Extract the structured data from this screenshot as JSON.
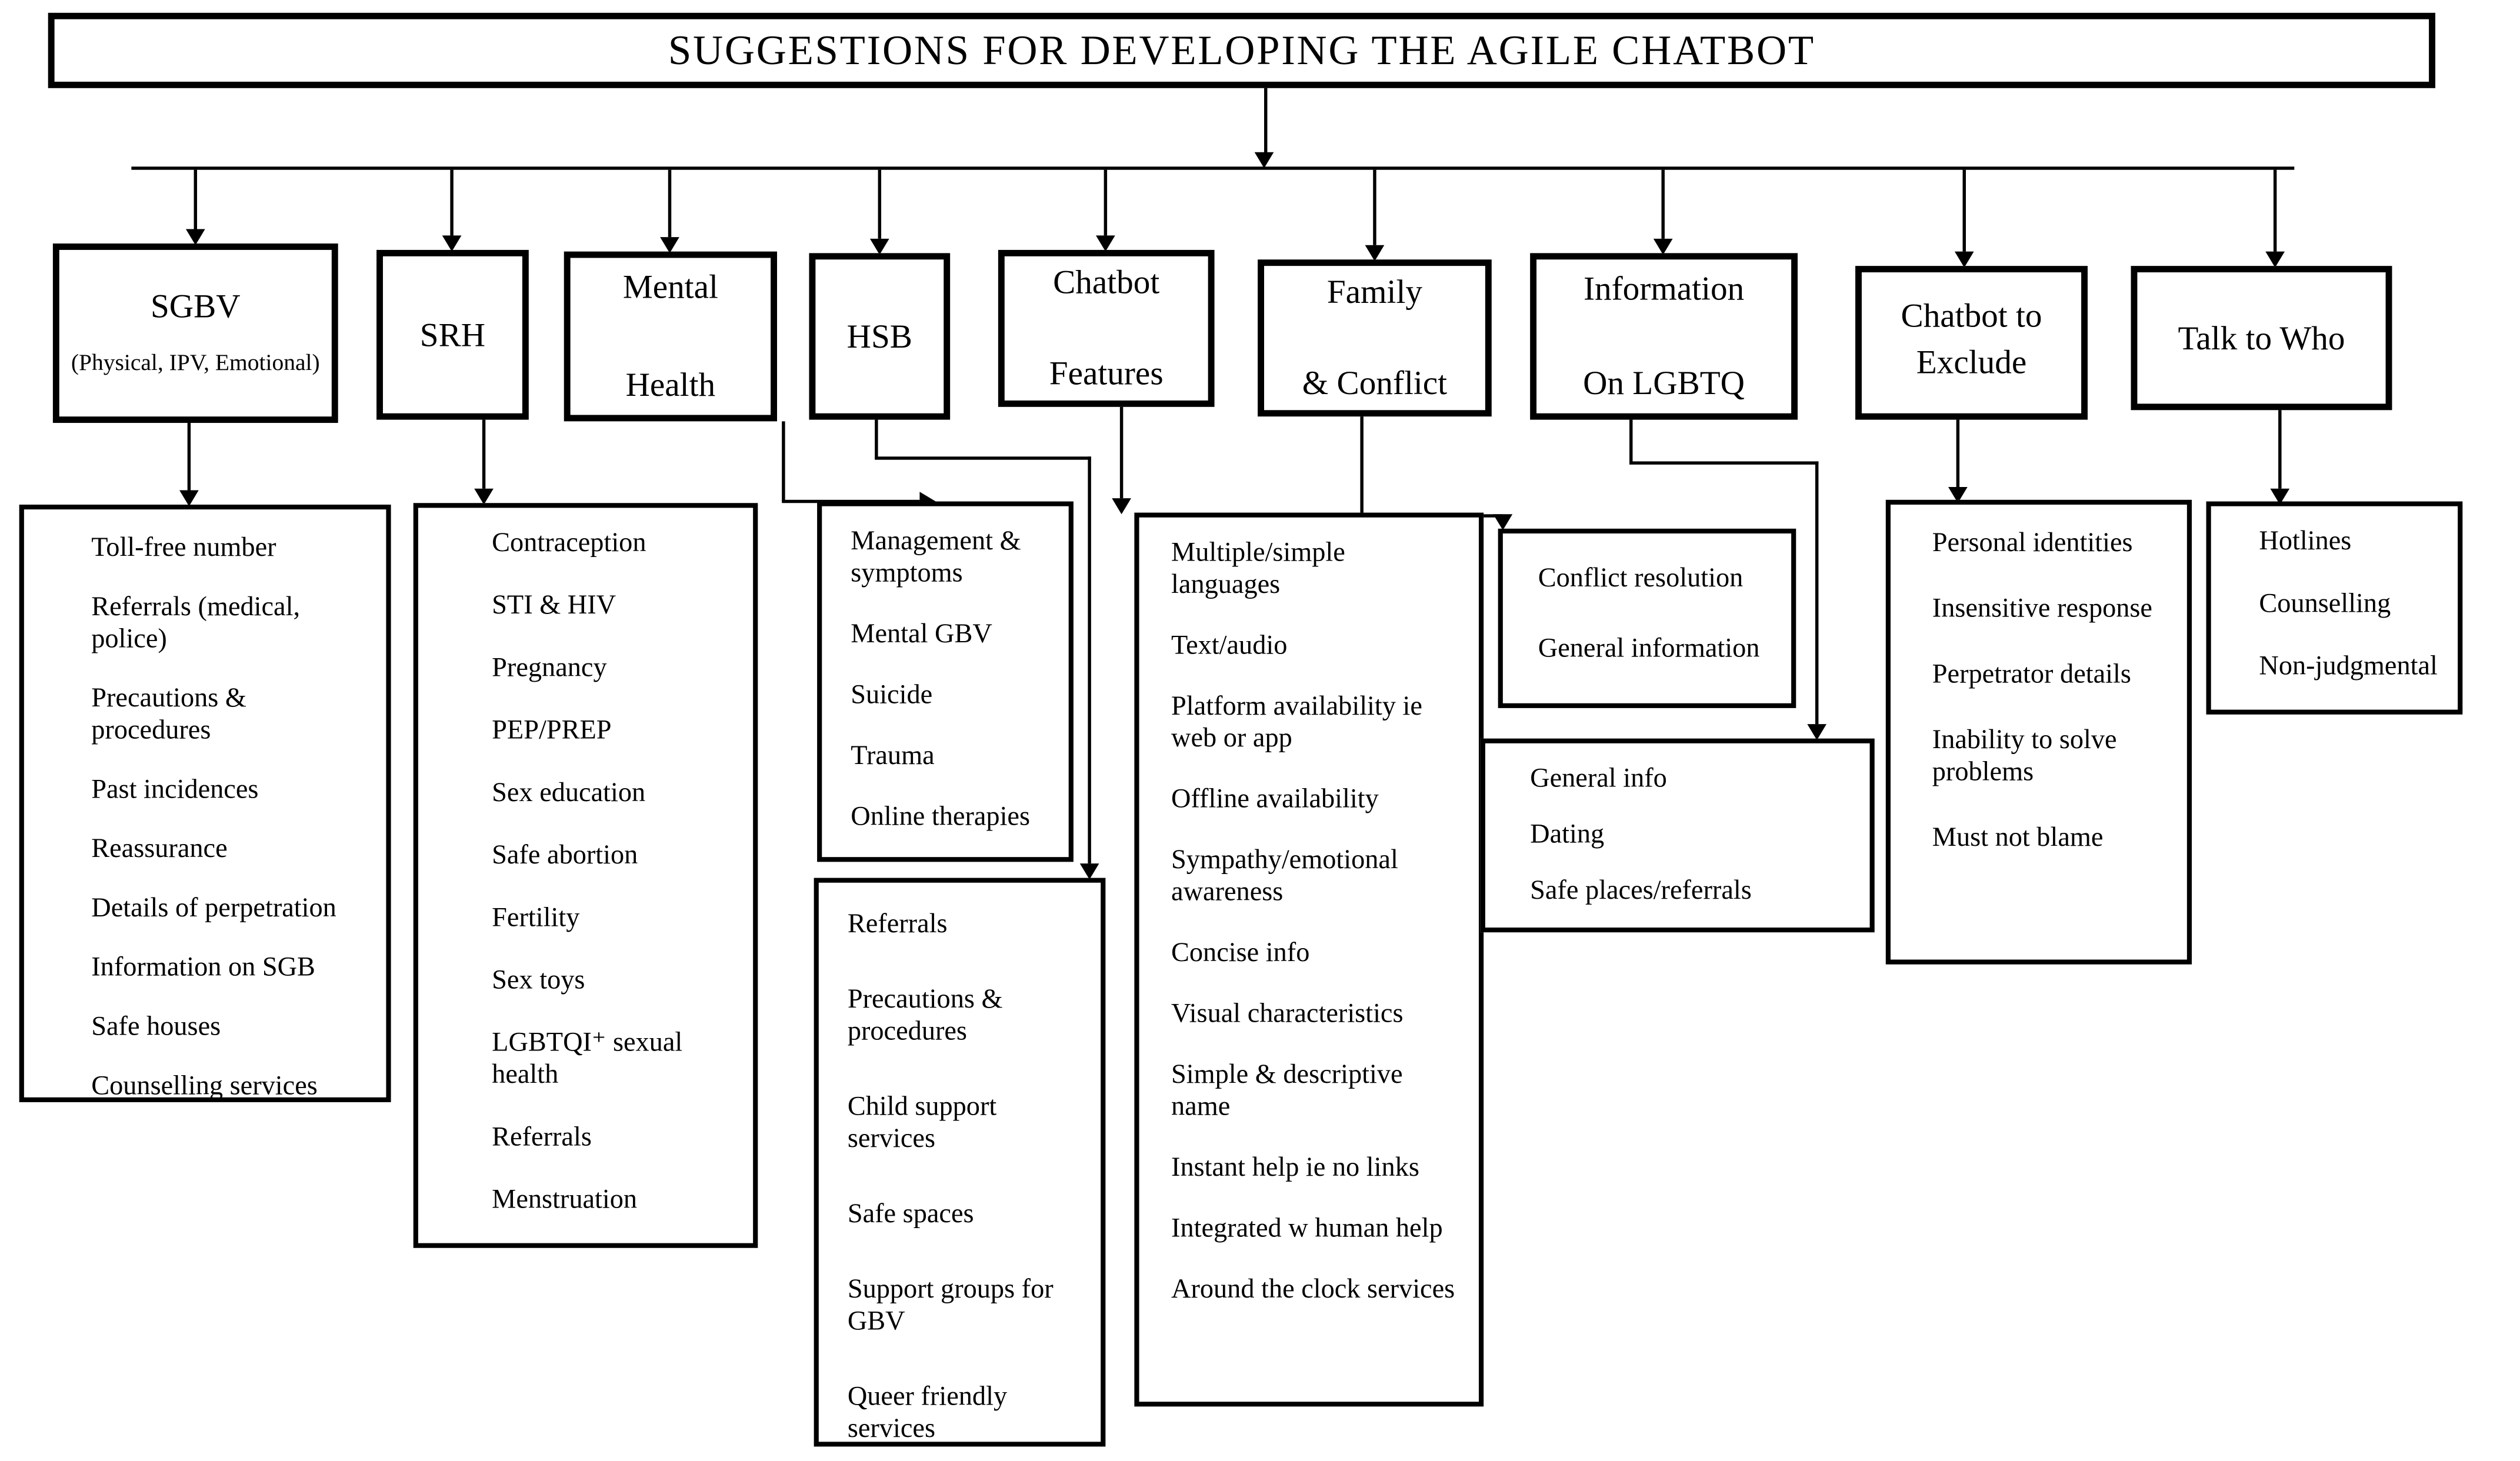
{
  "title": "SUGGESTIONS FOR DEVELOPING THE AGILE CHATBOT",
  "colors": {
    "line": "#000000",
    "background": "#ffffff",
    "text": "#000000"
  },
  "branches": [
    {
      "id": "sgbv",
      "label_lines": [
        "SGBV"
      ],
      "sublabel": "(Physical, IPV, Emotional)",
      "items": [
        "Toll-free number",
        "Referrals (medical, police)",
        "Precautions & procedures",
        "Past incidences",
        "Reassurance",
        "Details of perpetration",
        "Information on SGB",
        "Safe houses",
        "Counselling services"
      ]
    },
    {
      "id": "srh",
      "label_lines": [
        "SRH"
      ],
      "items": [
        "Contraception",
        "STI & HIV",
        "Pregnancy",
        "PEP/PREP",
        "Sex education",
        "Safe abortion",
        "Fertility",
        "Sex toys",
        "LGBTQI⁺ sexual health",
        "Referrals",
        "Menstruation"
      ]
    },
    {
      "id": "mental-health",
      "label_lines": [
        "Mental",
        "Health"
      ],
      "items": [
        "Management & symptoms",
        "Mental GBV",
        "Suicide",
        "Trauma",
        "Online therapies"
      ]
    },
    {
      "id": "hsb",
      "label_lines": [
        "HSB"
      ],
      "items": [
        "Referrals",
        "Precautions & procedures",
        "Child support services",
        "Safe spaces",
        "Support groups for GBV",
        "Queer friendly services"
      ]
    },
    {
      "id": "chatbot-features",
      "label_lines": [
        "Chatbot",
        "Features"
      ],
      "items": [
        "Multiple/simple languages",
        "Text/audio",
        "Platform availability ie web or app",
        "Offline availability",
        "Sympathy/emotional awareness",
        "Concise info",
        "Visual characteristics",
        "Simple & descriptive name",
        "Instant help ie no links",
        "Integrated w human help",
        "Around the clock services"
      ]
    },
    {
      "id": "family-conflict",
      "label_lines": [
        "Family",
        "& Conflict"
      ],
      "items": [
        "Conflict resolution",
        "General information"
      ]
    },
    {
      "id": "information-on-lgbtq",
      "label_lines": [
        "Information",
        "On LGBTQ"
      ],
      "items": [
        "General info",
        "Dating",
        "Safe places/referrals"
      ]
    },
    {
      "id": "chatbot-to-exclude",
      "label_lines": [
        "Chatbot to",
        "Exclude"
      ],
      "items": [
        "Personal identities",
        "Insensitive response",
        "Perpetrator details",
        "Inability to solve problems",
        "Must not blame"
      ]
    },
    {
      "id": "talk-to-who",
      "label_lines": [
        "Talk to Who"
      ],
      "items": [
        "Hotlines",
        "Counselling",
        "Non-judgmental"
      ]
    }
  ]
}
